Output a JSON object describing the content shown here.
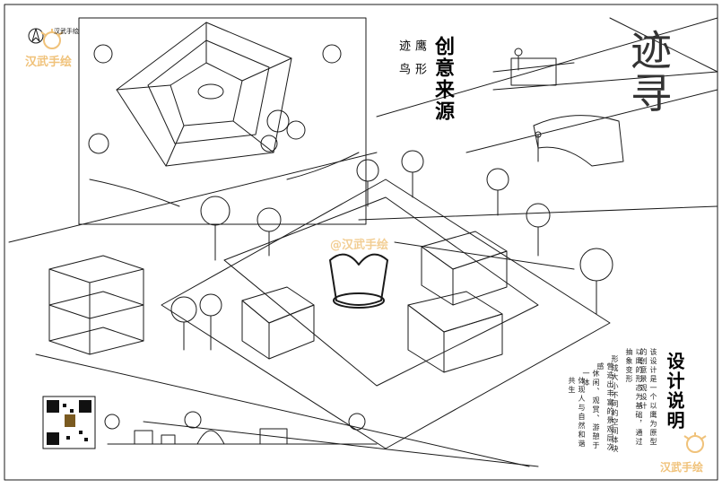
{
  "sheet": {
    "title_side": "迹寻",
    "section_creative": "创意来源",
    "concept_words": [
      "迹",
      "鹰",
      "鸟",
      "形"
    ],
    "section_design": "设计说明",
    "design_notes": [
      "该设计是一个以鹰为原型的创意景观设计",
      "以鹰的形态为基础，通过抽象变形",
      "形成大小不同的空间体块",
      "营造出丰富的景观层次感",
      "休闲、观赏、游憩于一体",
      "体现人与自然和谐共生"
    ],
    "watermark_center": "@汉武手绘",
    "watermark_left": "汉武手绘",
    "watermark_right": "汉武手绘",
    "logo_top": "汉武手绘"
  },
  "colors": {
    "ink": "#1a1a1a",
    "paper": "#ffffff",
    "watermark": "#f0c27a"
  },
  "icons": [
    "north-arrow-icon",
    "qr-code-icon",
    "watermark-sun-icon"
  ]
}
